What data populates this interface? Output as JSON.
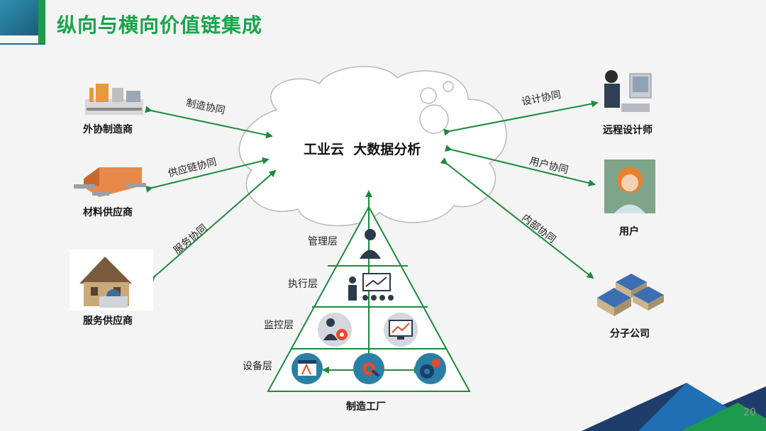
{
  "title": "纵向与横向价值链集成",
  "cloud": {
    "label": "工业云  大数据分析"
  },
  "left_nodes": [
    {
      "label": "外协制造商",
      "edge": "制造协同"
    },
    {
      "label": "材料供应商",
      "edge": "供应链协同"
    },
    {
      "label": "服务供应商",
      "edge": "服务协同"
    }
  ],
  "right_nodes": [
    {
      "label": "远程设计师",
      "edge": "设计协同"
    },
    {
      "label": "用户",
      "edge": "用户协同"
    },
    {
      "label": "分子公司",
      "edge": "内部协同"
    }
  ],
  "pyramid": {
    "layers": [
      "管理层",
      "执行层",
      "监控层",
      "设备层"
    ],
    "base_label": "制造工厂"
  },
  "page_number": "20",
  "colors": {
    "accent_green": "#18a54a",
    "line_green": "#1e8a3c",
    "mountain_blue": "#1f6fb2",
    "mountain_navy": "#1f3d6b"
  }
}
